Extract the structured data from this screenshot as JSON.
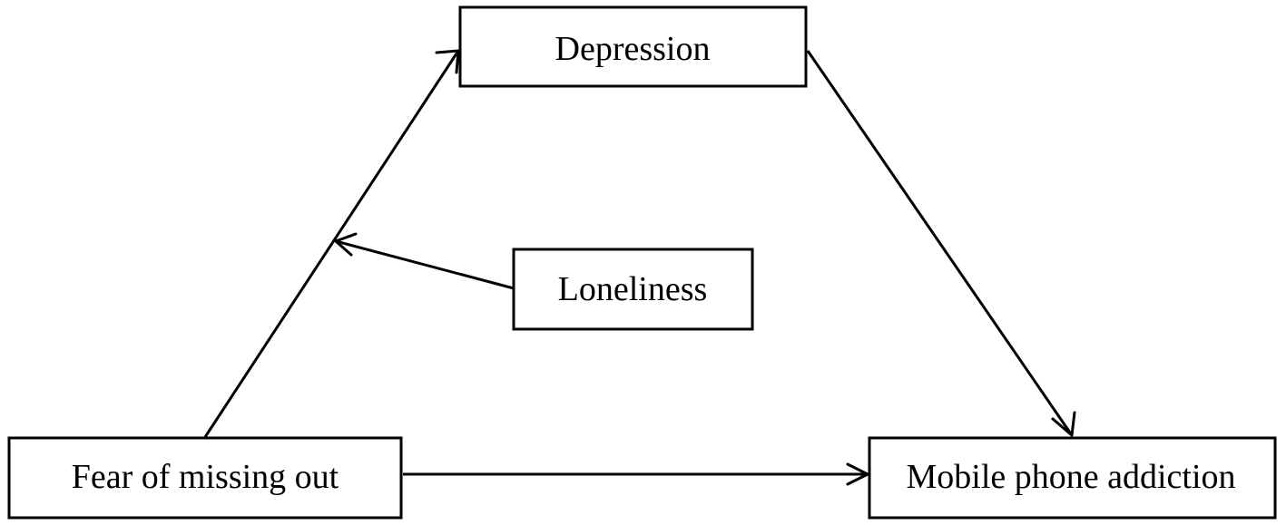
{
  "diagram": {
    "nodes": {
      "depression": {
        "label": "Depression"
      },
      "loneliness": {
        "label": "Loneliness"
      },
      "fomo": {
        "label": "Fear of missing out"
      },
      "addiction": {
        "label": "Mobile phone addiction"
      }
    },
    "edges": [
      {
        "from": "fomo",
        "to": "depression"
      },
      {
        "from": "depression",
        "to": "addiction"
      },
      {
        "from": "fomo",
        "to": "addiction"
      },
      {
        "from": "loneliness",
        "to": "fomo-depression-path",
        "type": "moderation"
      }
    ]
  }
}
